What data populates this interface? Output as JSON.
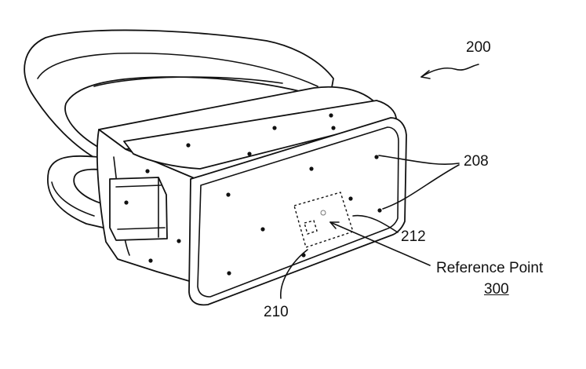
{
  "labels": {
    "figure_number": "200",
    "sensors": "208",
    "sensor_210": "210",
    "sensor_212": "212",
    "reference_point_text": "Reference Point",
    "reference_point_number": "300"
  }
}
